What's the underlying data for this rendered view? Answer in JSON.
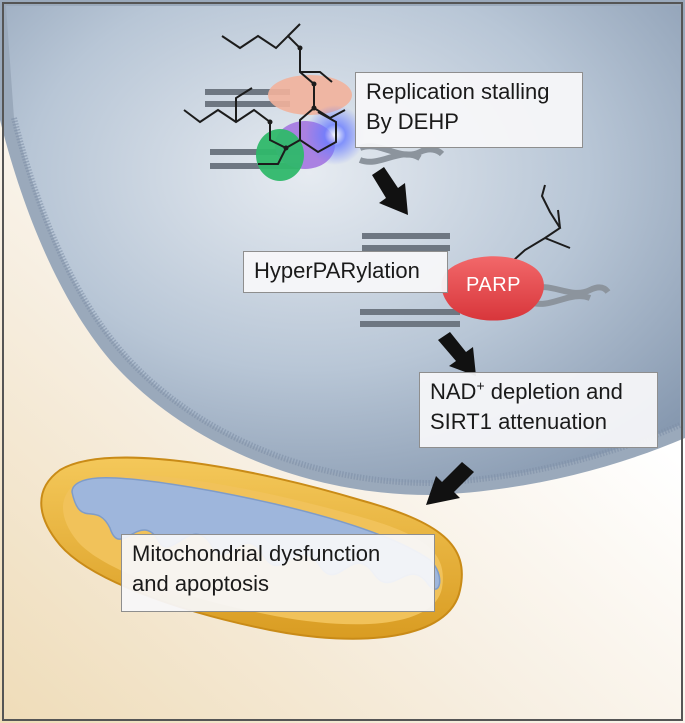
{
  "steps": {
    "replication": {
      "line1": "Replication stalling",
      "line2": "By DEHP"
    },
    "hyperparylation": {
      "line1": "HyperPARylation"
    },
    "nad": {
      "line1_prefix": "NAD",
      "line1_sup": "+",
      "line1_suffix": " depletion and",
      "line2": "SIRT1 attenuation"
    },
    "mito": {
      "line1": "Mitochondrial dysfunction",
      "line2": "and apoptosis"
    }
  },
  "molecule_labels": {
    "parp": "PARP"
  },
  "colors": {
    "nucleus": "#9fb1c7",
    "mitochondrion_outer": "#e8b43c",
    "cristae": "#9eb6dc",
    "parp": "#e8484c",
    "arrow": "#111111"
  }
}
